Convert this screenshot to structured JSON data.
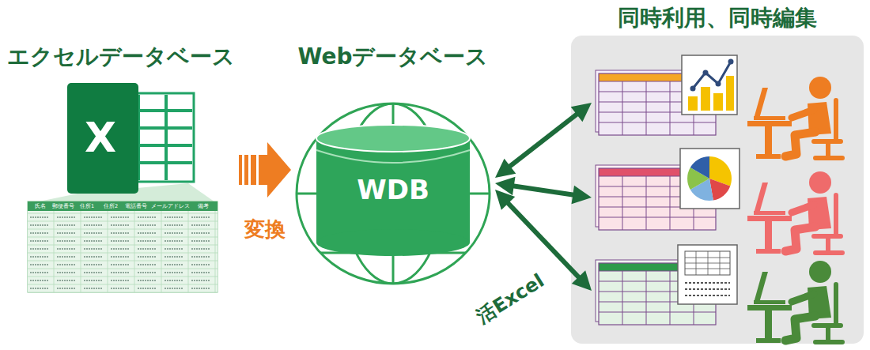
{
  "diagram": {
    "nodes": [
      {
        "text": [
          "エクセルデータベース"
        ]
      },
      {
        "text": [
          "Webデータベース",
          "WDB"
        ]
      },
      {
        "text": [
          "同時利用、同時編集"
        ]
      }
    ],
    "edges": [
      {
        "from": 0,
        "to": 1,
        "arrow": "to",
        "label": "変換"
      },
      {
        "from": 1,
        "to": 2,
        "arrow": "both"
      },
      {
        "from": 1,
        "to": 2,
        "arrow": "both"
      },
      {
        "from": 1,
        "to": 2,
        "arrow": "both",
        "label": "活Excel"
      }
    ],
    "labels": [
      "X",
      "氏名",
      "郵便番号",
      "住所1",
      "住所2",
      "電話番号",
      "メールアドレス",
      "備考"
    ]
  }
}
